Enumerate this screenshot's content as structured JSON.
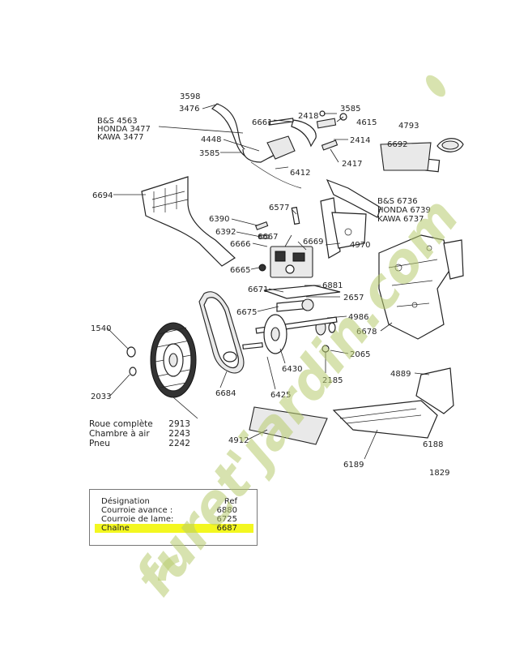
{
  "labels": {
    "top_clipped": "3598",
    "l3476": "3476",
    "bs4563": "B&S 4563",
    "honda3477": "HONDA 3477",
    "kawa3477": "KAWA 3477",
    "l4448": "4448",
    "l3585a": "3585",
    "l6661": "6661",
    "l2418": "2418",
    "l3585b": "3585",
    "l4615": "4615",
    "l2414": "2414",
    "l6412": "6412",
    "l2417": "2417",
    "l4793": "4793",
    "l6692": "6692",
    "l6694": "6694",
    "l6577": "6577",
    "bs6736": "B&S 6736",
    "honda6739": "HONDA 6739",
    "kawa6737": "KAWA 6737",
    "l6390": "6390",
    "l6392": "6392",
    "l6667": "6667",
    "l6666": "6666",
    "l6669": "6669",
    "l4970": "4970",
    "l6665": "6665",
    "l6671": "6671",
    "l6881": "6881",
    "l2657": "2657",
    "l6675": "6675",
    "l4986": "4986",
    "l6678": "6678",
    "l1540": "1540",
    "l2065": "2065",
    "l6430": "6430",
    "l2185": "2185",
    "l4889": "4889",
    "l2033": "2033",
    "l6684": "6684",
    "l6425": "6425",
    "l4912": "4912",
    "l6189": "6189",
    "l6188": "6188",
    "l18294": "1829"
  },
  "wheel": [
    {
      "name": "Roue complète",
      "ref": "2913"
    },
    {
      "name": "Chambre à air",
      "ref": "2243"
    },
    {
      "name": "Pneu",
      "ref": "2242"
    }
  ],
  "legend": {
    "header": {
      "name": "Désignation",
      "ref": "Ref"
    },
    "rows": [
      {
        "name": "Courroie avance :",
        "ref": "6880",
        "highlight": false
      },
      {
        "name": "Courroie de lame:",
        "ref": "6725",
        "highlight": false
      },
      {
        "name": "Chaîne",
        "ref": "6687",
        "highlight": true
      }
    ]
  },
  "watermark": {
    "text": "furet'jardin.com",
    "color": "#c8d98a"
  },
  "colors": {
    "highlight": "#f3f720",
    "watermark": "#b8cc6e"
  }
}
